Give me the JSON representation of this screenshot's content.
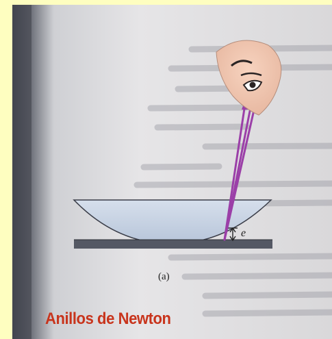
{
  "figure": {
    "panel_label": "(a)",
    "gap_label": "e",
    "heading": "Anillos de Newton"
  },
  "colors": {
    "page_background": "#fefec0",
    "heading": "#c8341c",
    "light_rays": "#9b3fa8",
    "lens": "#c5d2e4",
    "plate": "#545864",
    "face": "#f2c7b0"
  }
}
